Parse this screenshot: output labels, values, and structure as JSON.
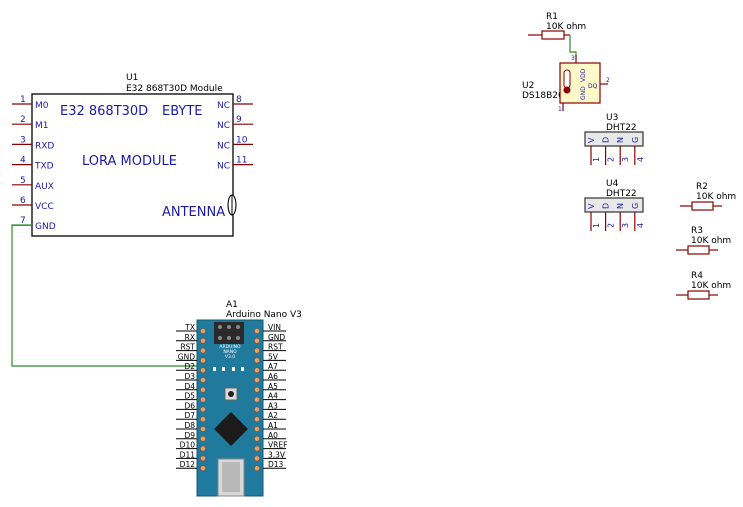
{
  "u1": {
    "ref": "U1",
    "value": "E32 868T30D Module",
    "part_label": "E32 868T30D",
    "brand": "EBYTE",
    "module_label": "LORA MODULE",
    "antenna_label": "ANTENNA",
    "left_pins": [
      {
        "num": "1",
        "name": "M0"
      },
      {
        "num": "2",
        "name": "M1"
      },
      {
        "num": "3",
        "name": "RXD"
      },
      {
        "num": "4",
        "name": "TXD"
      },
      {
        "num": "5",
        "name": "AUX"
      },
      {
        "num": "6",
        "name": "VCC"
      },
      {
        "num": "7",
        "name": "GND"
      }
    ],
    "right_pins": [
      {
        "num": "8",
        "name": "NC"
      },
      {
        "num": "9",
        "name": "NC"
      },
      {
        "num": "10",
        "name": "NC"
      },
      {
        "num": "11",
        "name": "NC"
      }
    ]
  },
  "a1": {
    "ref": "A1",
    "value": "Arduino Nano V3",
    "left_pins": [
      "TX",
      "RX",
      "RST",
      "GND",
      "D2",
      "D3",
      "D4",
      "D5",
      "D6",
      "D7",
      "D8",
      "D9",
      "D10",
      "D11",
      "D12"
    ],
    "right_pins": [
      "VIN",
      "GND",
      "RST",
      "5V",
      "A7",
      "A6",
      "A5",
      "A4",
      "A3",
      "A2",
      "A1",
      "A0",
      "VREF",
      "3.3V",
      "D13"
    ],
    "board_text": [
      "ARDUINO",
      "NANO",
      "V3.0"
    ]
  },
  "r1": {
    "ref": "R1",
    "value": "10K ohm"
  },
  "r2": {
    "ref": "R2",
    "value": "10K ohm"
  },
  "r3": {
    "ref": "R3",
    "value": "10K ohm"
  },
  "r4": {
    "ref": "R4",
    "value": "10K ohm"
  },
  "u2": {
    "ref": "U2",
    "value": "DS18B20",
    "pins": [
      "GND",
      "VDD",
      "DQ"
    ],
    "pin_nums": [
      "1",
      "3",
      "2"
    ]
  },
  "u3": {
    "ref": "U3",
    "value": "DHT22",
    "pins": [
      "V",
      "D",
      "N",
      "G"
    ],
    "pin_nums": [
      "1",
      "2",
      "3",
      "4"
    ]
  },
  "u4": {
    "ref": "U4",
    "value": "DHT22",
    "pins": [
      "V",
      "D",
      "N",
      "G"
    ],
    "pin_nums": [
      "1",
      "2",
      "3",
      "4"
    ]
  },
  "colors": {
    "symbol_red": "#8a0000",
    "text_blue": "#1a1aa8",
    "wire_green": "#2e8b2e",
    "board_blue": "#1f7a9e",
    "u2_fill": "#fff8c8"
  }
}
